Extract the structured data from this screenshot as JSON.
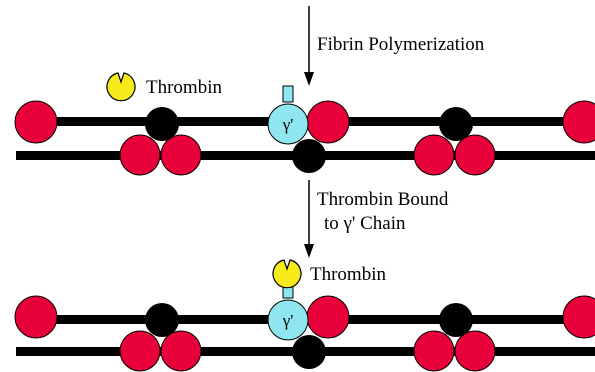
{
  "labels": {
    "step1": "Fibrin Polymerization",
    "step2_line1": "Thrombin Bound",
    "step2_line2": "to γ' Chain",
    "thrombin_top": "Thrombin",
    "thrombin_bottom": "Thrombin",
    "gamma_top": "γ'",
    "gamma_bottom": "γ'"
  },
  "colors": {
    "fibrin_red": "#e8003a",
    "central_black": "#000000",
    "gamma_prime": "#8fe6f0",
    "thrombin_yellow": "#f7ea1a",
    "strand": "#000000",
    "arrow": "#000000"
  },
  "icons": {
    "thrombin": "thrombin-pacman-icon",
    "gamma": "gamma-prime-circle-icon",
    "arrow": "down-arrow-icon"
  }
}
